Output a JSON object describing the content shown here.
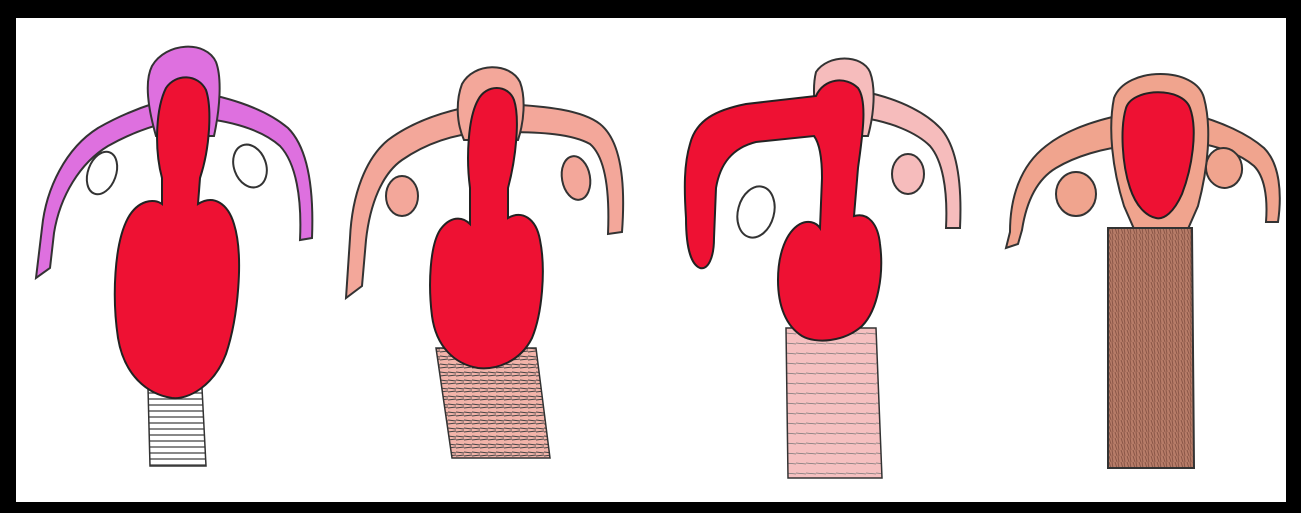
{
  "figure": {
    "header_fragment": "",
    "panels": [
      {
        "id": "panel-1",
        "accent": "#e06fe0"
      },
      {
        "id": "panel-2",
        "accent": "#f2a89a"
      },
      {
        "id": "panel-3",
        "accent": "#f6bcbc"
      },
      {
        "id": "panel-4",
        "accent": "#f0a48e"
      }
    ],
    "colors": {
      "blood": "#ee1133",
      "tissue_pink": "#f3a79a",
      "tissue_magenta": "#de70df",
      "outline": "#333333",
      "hatch": "#555555",
      "brown_fill": "#b87e6a"
    }
  }
}
